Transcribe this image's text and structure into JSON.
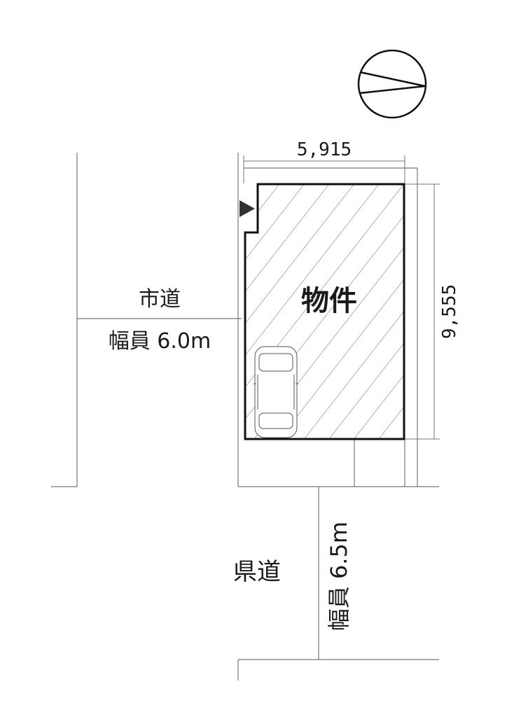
{
  "property": {
    "label": "物件",
    "entrance_color": "#333333"
  },
  "dimensions": {
    "width": "5,915",
    "depth": "9,555"
  },
  "roads": {
    "city_road": {
      "name": "市道",
      "width_label": "幅員 6.0m"
    },
    "prefectural_road": {
      "name": "県道",
      "width_label": "幅員 6.5m"
    }
  },
  "north_arrow": {
    "icon": "north-arrow-icon"
  },
  "parking": {
    "icon": "car-icon"
  }
}
